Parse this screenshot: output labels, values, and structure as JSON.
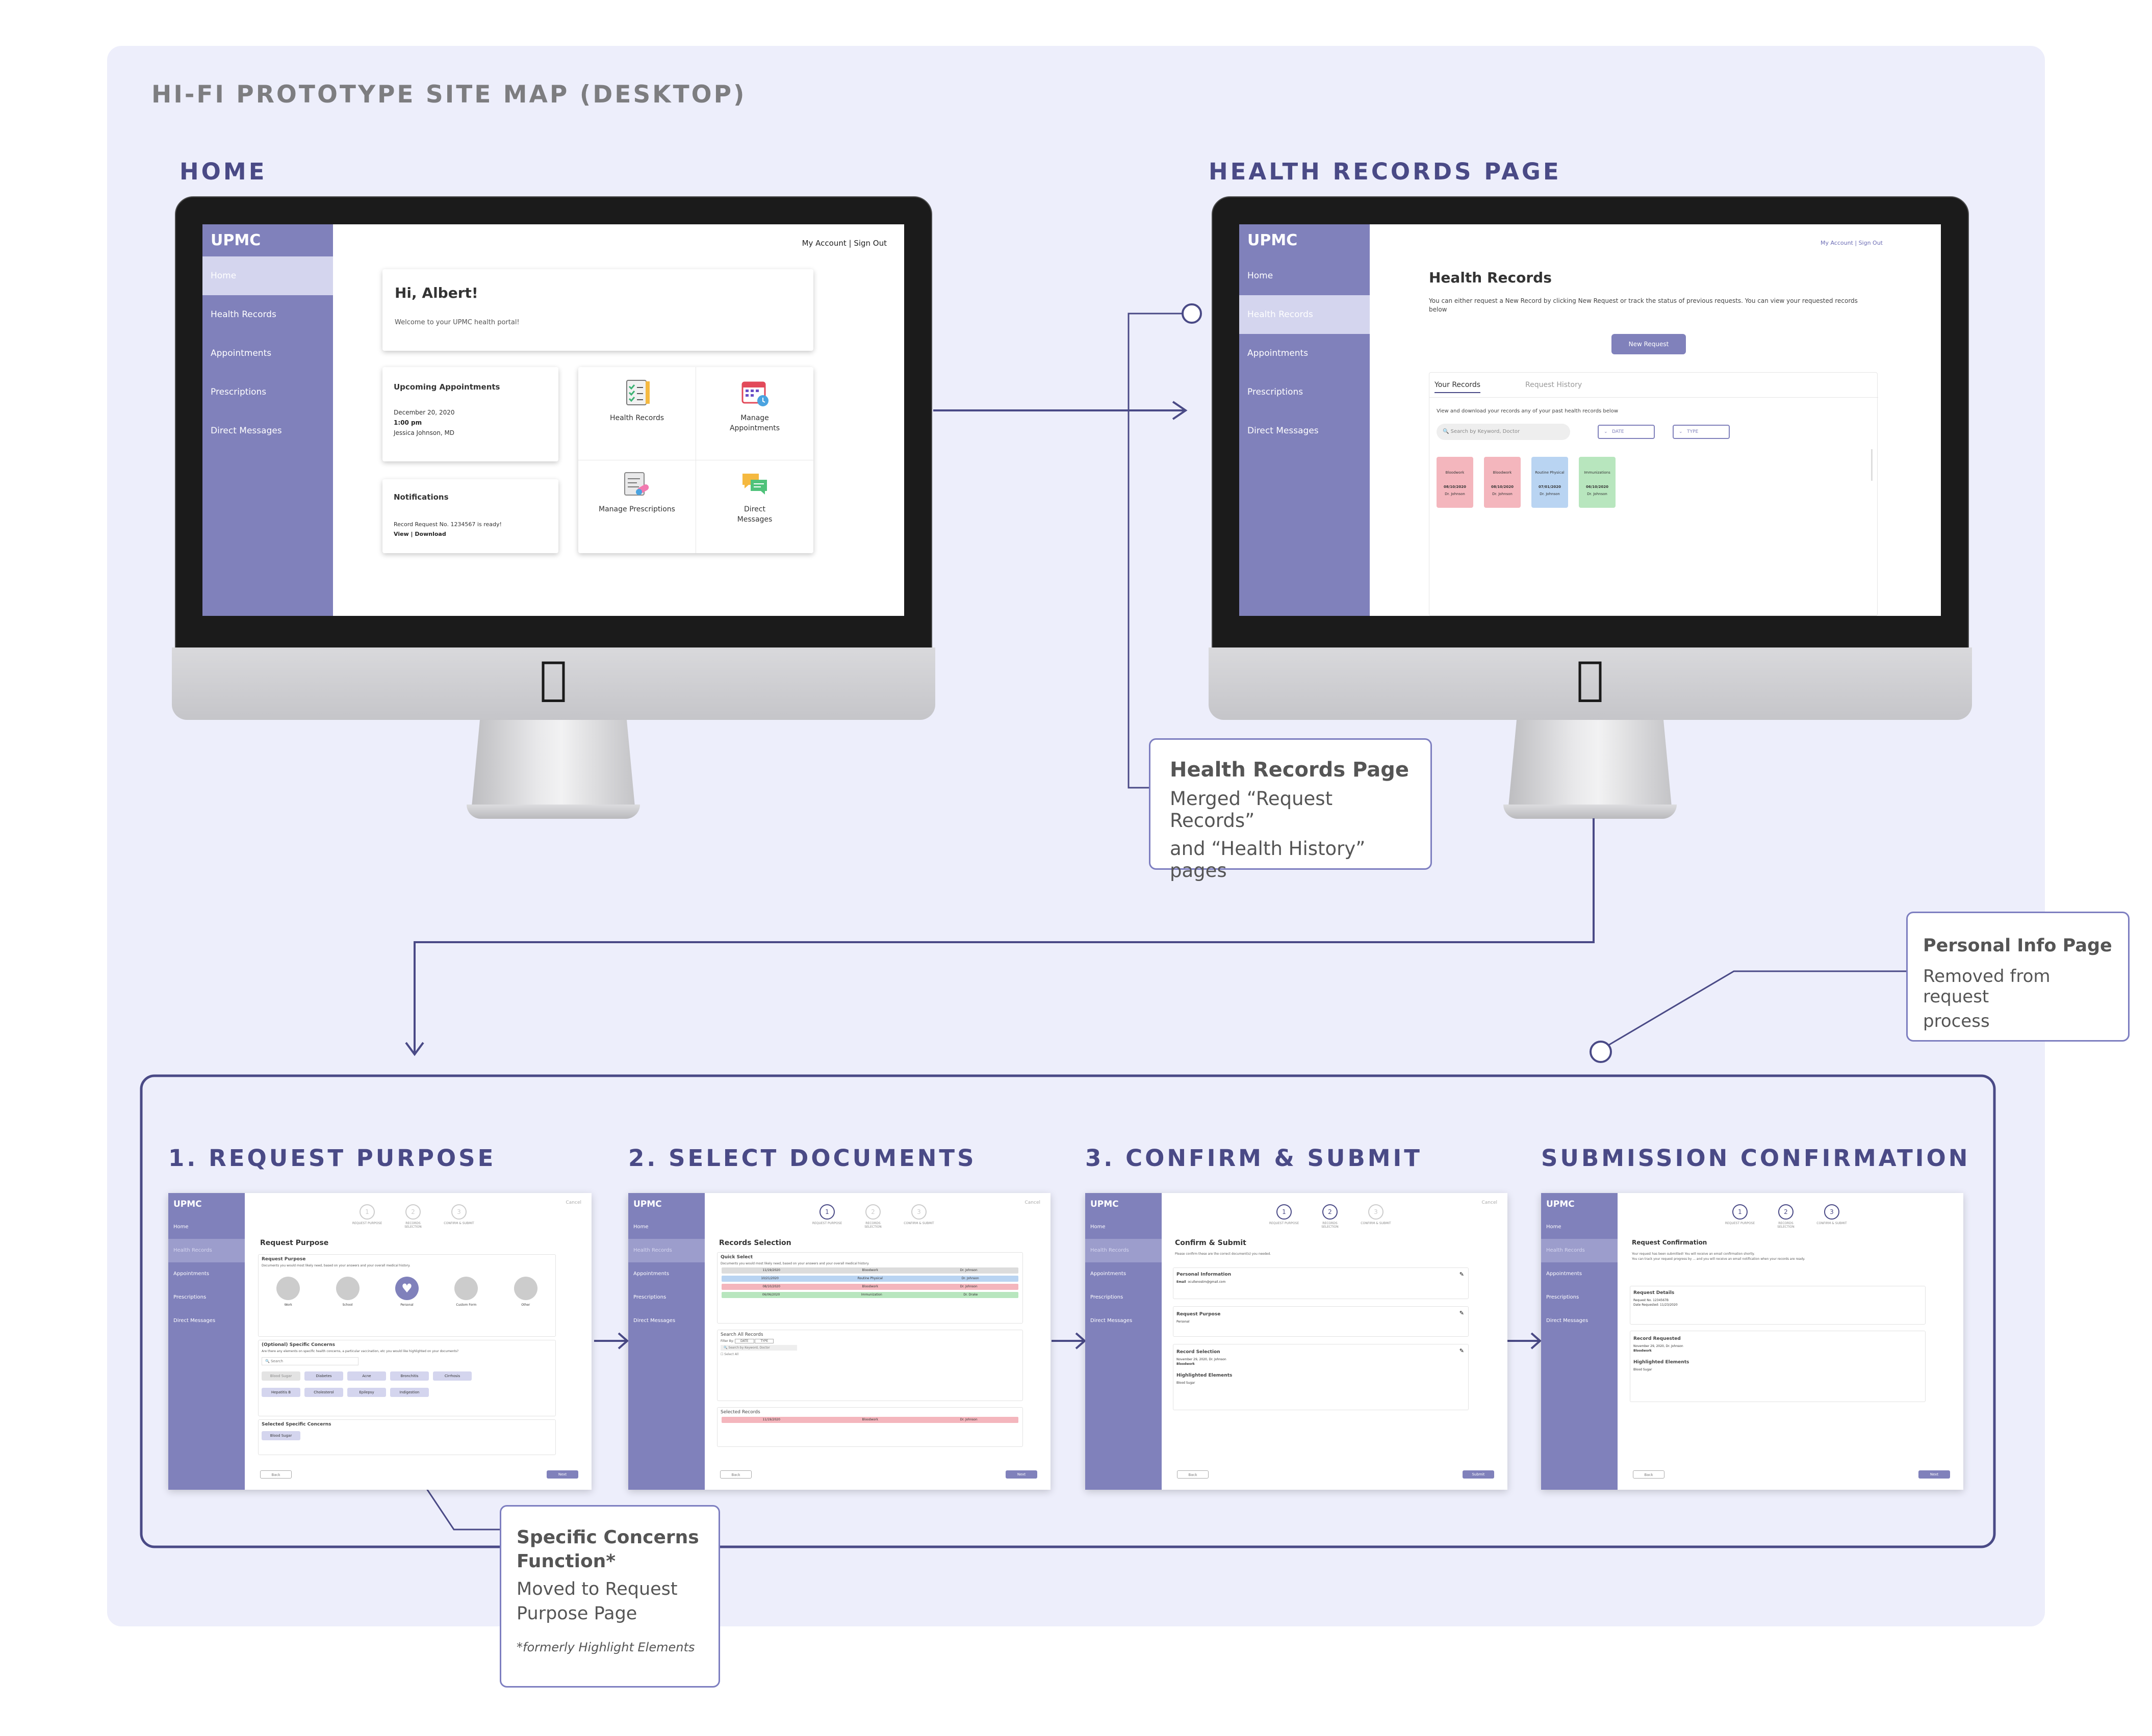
{
  "page_title": "HI-FI PROTOTYPE SITE MAP (DESKTOP)",
  "sections": {
    "home": "HOME",
    "health_records": "HEALTH RECORDS PAGE",
    "step1": "1. REQUEST PURPOSE",
    "step2": "2. SELECT DOCUMENTS",
    "step3": "3. CONFIRM & SUBMIT",
    "step4": "SUBMISSION CONFIRMATION"
  },
  "brand": "UPMC",
  "home_screen": {
    "account_links": "My Account | Sign Out",
    "nav": [
      "Home",
      "Health Records",
      "Appointments",
      "Prescriptions",
      "Direct Messages"
    ],
    "greeting": "Hi, Albert!",
    "welcome": "Welcome to your UPMC health portal!",
    "upcoming_title": "Upcoming Appointments",
    "appt_date": "December 20, 2020",
    "appt_time": "1:00 pm",
    "appt_doctor": "Jessica Johnson, MD",
    "notifications_title": "Notifications",
    "notification_text": "Record Request No. 1234567 is ready!",
    "notification_links": "View | Download",
    "tiles": [
      {
        "label": "Health Records",
        "icon": "clipboard-checklist-icon"
      },
      {
        "label": "Manage Appointments",
        "icon": "calendar-icon"
      },
      {
        "label": "Manage Prescriptions",
        "icon": "prescription-pill-icon"
      },
      {
        "label": "Direct Messages",
        "icon": "chat-bubbles-icon"
      }
    ]
  },
  "records_screen": {
    "account_links": "My Account | Sign Out",
    "nav": [
      "Home",
      "Health Records",
      "Appointments",
      "Prescriptions",
      "Direct Messages"
    ],
    "title": "Health Records",
    "description": "You can either request a New Record by clicking New Request or track the status of previous requests. You can view your requested records below",
    "new_request": "New Request",
    "tabs": [
      "Your Records",
      "Request History"
    ],
    "tab_hint": "View and download your records any of your past health records below",
    "search_placeholder": "Search by Keyword, Doctor",
    "filters": [
      "DATE",
      "TYPE"
    ],
    "records": [
      {
        "type": "Bloodwork",
        "date": "08/10/2020",
        "doctor": "Dr. Johnson",
        "color": "#f4b6bd"
      },
      {
        "type": "Bloodwork",
        "date": "08/10/2020",
        "doctor": "Dr. Johnson",
        "color": "#f4b6bd"
      },
      {
        "type": "Routine Physical",
        "date": "07/01/2020",
        "doctor": "Dr. Johnson",
        "color": "#b9d4f2"
      },
      {
        "type": "Immunizations",
        "date": "06/10/2020",
        "doctor": "Dr. Johnson",
        "color": "#b8e6be"
      }
    ]
  },
  "notes": {
    "health_records": {
      "title": "Health Records Page",
      "line1": "Merged “Request Records”",
      "line2": "and “Health History” pages"
    },
    "personal_info": {
      "title": "Personal Info Page",
      "line1": "Removed from request",
      "line2": "process"
    },
    "specific_concerns": {
      "title1": "Specific Concerns",
      "title2": "Function*",
      "line1": "Moved to Request",
      "line2": "Purpose Page",
      "footnote": "*formerly Highlight Elements"
    }
  },
  "flow": {
    "nav": [
      "Home",
      "Health Records",
      "Appointments",
      "Prescriptions",
      "Direct Messages"
    ],
    "cancel": "Cancel",
    "back": "Back",
    "next": "Next",
    "submit": "Submit",
    "step_labels": [
      "REQUEST PURPOSE",
      "RECORDS SELECTION",
      "CONFIRM & SUBMIT"
    ],
    "purpose": {
      "title": "Request Purpose",
      "sub": "Request Purpose",
      "hint": "Documents you would most likely need, based on your answers and your overall medical history.",
      "options": [
        "Work",
        "School",
        "Personal",
        "Custom Form",
        "Other"
      ],
      "concerns_title": "(Optional) Specific Concerns",
      "concerns_hint": "Are there any elements on specific health concerns, a particular vaccination, etc you would like highlighted on your documents?",
      "search": "Search",
      "tags": [
        "Blood Sugar",
        "Diabetes",
        "Acne",
        "Bronchitis",
        "Cirrhosis",
        "Hepatitis B",
        "Cholesterol",
        "Epilepsy",
        "Indigestion"
      ],
      "selected_title": "Selected Specific Concerns",
      "selected_tag": "Blood Sugar"
    },
    "documents": {
      "title": "Records Selection",
      "quick_select": "Quick Select",
      "quick_hint": "Documents you would most likely need, based on your answers and your overall medical history.",
      "rows": [
        {
          "date": "11/19/2020",
          "type": "Bloodwork",
          "doctor": "Dr. Johnson",
          "color": "#dcdcdc"
        },
        {
          "date": "10/21/2020",
          "type": "Routine Physical",
          "doctor": "Dr. Johnson",
          "color": "#b9d4f2"
        },
        {
          "date": "08/10/2020",
          "type": "Bloodwork",
          "doctor": "Dr. Johnson",
          "color": "#f4b6bd"
        },
        {
          "date": "06/06/2020",
          "type": "Immunization",
          "doctor": "Dr. Drake",
          "color": "#b8e6be"
        }
      ],
      "search_all": "Search All Records",
      "filter_by": "Filter By:",
      "filter_chips": [
        "DATE",
        "TYPE"
      ],
      "search_placeholder": "Search by Keyword, Doctor",
      "select_all": "Select All",
      "selected_title": "Selected Records",
      "selected_row": {
        "date": "11/19/2020",
        "type": "Bloodwork",
        "doctor": "Dr. Johnson"
      }
    },
    "confirm": {
      "title": "Confirm & Submit",
      "hint": "Please confirm these are the correct document(s) you needed.",
      "personal_title": "Personal Information",
      "email_label": "Email",
      "email_value": "ocullenostm@gmail.com",
      "purpose_title": "Request Purpose",
      "purpose_value": "Personal",
      "selection_title": "Record Selection",
      "selection_value": "November 29, 2020, Dr. Johnson",
      "selection_type": "Bloodwork",
      "highlight_title": "Highlighted Elements",
      "highlight_value": "Blood Sugar"
    },
    "submitted": {
      "title": "Request Confirmation",
      "hint1": "Your request has been submitted! You will receive an email confirmation shortly.",
      "hint2": "You can track your request progress by ... and you will receive an email notification when your records are ready.",
      "details_title": "Request Details",
      "request_no": "Request No. 1234567B",
      "date_requested": "Date Requested: 11/23/2020",
      "requested_title": "Record Requested",
      "requested_value": "November 29, 2020, Dr. Johnson",
      "requested_type": "Bloodwork",
      "highlight_title": "Highlighted Elements",
      "highlight_value": "Blood Sugar"
    }
  }
}
